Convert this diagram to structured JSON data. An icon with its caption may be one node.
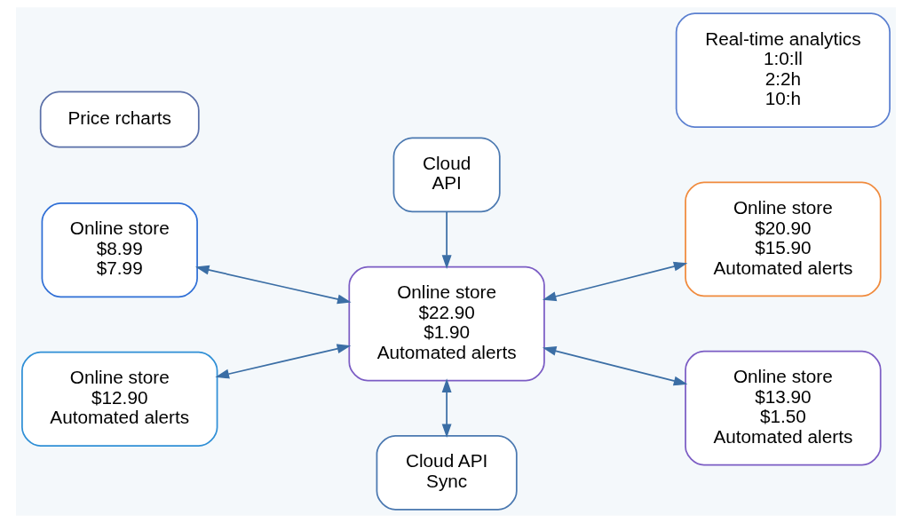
{
  "diagram": {
    "nodes": [
      {
        "text": [
          "Online store",
          "$8.99",
          "$7.99"
        ]
      },
      {
        "text": [
          "Price rcharts"
        ]
      },
      {
        "text": [
          "Online store",
          "$12.90",
          "Automated alerts"
        ]
      },
      {
        "text": [
          "Cloud",
          "API"
        ]
      },
      {
        "text": [
          "Online store",
          "$22.90",
          "$1.90",
          "Automated alerts"
        ]
      },
      {
        "text": [
          "Cloud API",
          "Sync"
        ]
      },
      {
        "text": [
          "Online store",
          "$20.90",
          "$15.90",
          "Automated alerts"
        ]
      },
      {
        "text": [
          "Real-time analytics",
          "1:0:ll",
          "2:2h",
          "10:h"
        ]
      },
      {
        "text": [
          "Online store",
          "$13.90",
          "$1.50",
          "Automated alerts"
        ]
      }
    ],
    "edges": [
      {
        "from": 0,
        "to": 4,
        "arrow": "both"
      },
      {
        "from": 2,
        "to": 4,
        "arrow": "both"
      },
      {
        "from": 3,
        "to": 4,
        "arrow": "to"
      },
      {
        "from": 4,
        "to": 5,
        "arrow": "both"
      },
      {
        "from": 4,
        "to": 6,
        "arrow": "both"
      },
      {
        "from": 4,
        "to": 8,
        "arrow": "both"
      }
    ]
  }
}
